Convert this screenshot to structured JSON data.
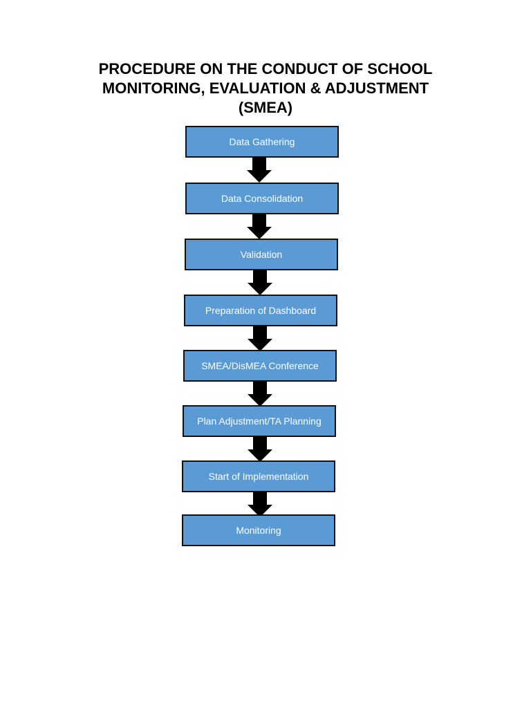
{
  "title": {
    "line1": "PROCEDURE ON THE CONDUCT OF SCHOOL",
    "line2": "MONITORING, EVALUATION & ADJUSTMENT",
    "line3": "(SMEA)"
  },
  "colors": {
    "box_fill": "#5b9bd5",
    "box_border": "#111111",
    "box_text": "#ffffff",
    "arrow": "#000000"
  },
  "steps": [
    {
      "label": "Data Gathering"
    },
    {
      "label": "Data Consolidation"
    },
    {
      "label": "Validation"
    },
    {
      "label": "Preparation of Dashboard"
    },
    {
      "label": "SMEA/DisMEA Conference"
    },
    {
      "label": "Plan Adjustment/TA Planning"
    },
    {
      "label": "Start of Implementation"
    },
    {
      "label": "Monitoring"
    }
  ]
}
